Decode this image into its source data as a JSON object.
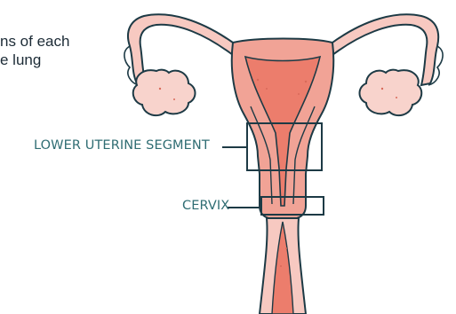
{
  "intro_text": {
    "line1": "ns of each",
    "line2": "e lung"
  },
  "labels": {
    "lower_uterine_segment": "LOWER UTERINE SEGMENT",
    "cervix": "CERVIX"
  },
  "colors": {
    "tissue_light": "#f7c9c1",
    "tissue_mid": "#f1a396",
    "cavity": "#ec7d6c",
    "outline": "#1d3a45",
    "callout": "#1d3a45",
    "label_text": "#2f6d73"
  }
}
